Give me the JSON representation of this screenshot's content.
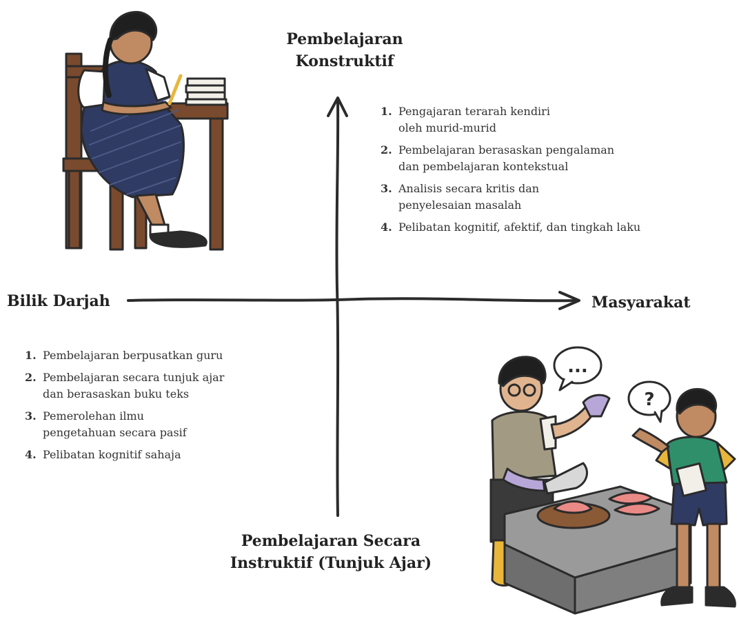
{
  "axes": {
    "top": {
      "line1": "Pembelajaran",
      "line2": "Konstruktif"
    },
    "bottom": {
      "line1": "Pembelajaran Secara",
      "line2": "Instruktif (Tunjuk Ajar)"
    },
    "left": "Bilik Darjah",
    "right": "Masyarakat"
  },
  "constructive_list": [
    {
      "num": "1.",
      "line1": "Pengajaran terarah kendiri",
      "line2": "oleh murid-murid"
    },
    {
      "num": "2.",
      "line1": "Pembelajaran berasaskan pengalaman",
      "line2": "dan pembelajaran kontekstual"
    },
    {
      "num": "3.",
      "line1": "Analisis secara kritis dan",
      "line2": "penyelesaian masalah"
    },
    {
      "num": "4.",
      "line1": "Pelibatan kognitif, afektif, dan tingkah laku",
      "line2": ""
    }
  ],
  "instructive_list": [
    {
      "num": "1.",
      "line1": "Pembelajaran berpusatkan guru",
      "line2": ""
    },
    {
      "num": "2.",
      "line1": "Pembelajaran secara tunjuk ajar",
      "line2": "dan berasaskan buku teks"
    },
    {
      "num": "3.",
      "line1": "Pemerolehan ilmu",
      "line2": "pengetahuan secara pasif"
    },
    {
      "num": "4.",
      "line1": "Pelibatan kognitif sahaja",
      "line2": ""
    }
  ],
  "bubbles": {
    "fishmonger": "...",
    "boy": "?"
  },
  "colors": {
    "ink": "#2b2b2b",
    "navy": "#2f3b63",
    "wood": "#7a4a2e",
    "green_shirt": "#2f8f6b",
    "yellow_sleeve": "#e8b63a",
    "fish": "#e98a86",
    "stone": "#9a9a9a",
    "glove": "#b7a7d8"
  }
}
